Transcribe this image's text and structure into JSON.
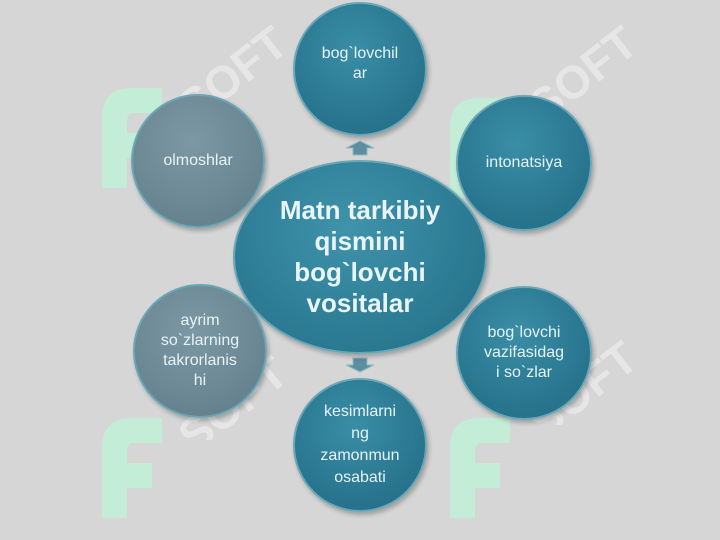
{
  "diagram": {
    "center": {
      "label": "Matn tarkibiy\nqismini\nbog`lovchi\nvositalar"
    },
    "nodes": [
      {
        "id": "boglovchilar",
        "label": "bog`lovchil\nar"
      },
      {
        "id": "intonatsiya",
        "label": "intonatsiya"
      },
      {
        "id": "boglovchi-vazifasidagi-sozlar",
        "label": "bog`lovchi\nvazifasidag\ni so`zlar"
      },
      {
        "id": "kesimlarning-zamonmunosabati",
        "label": "kesimlarni\nng\nzamonmun\nosabati"
      },
      {
        "id": "ayrim-sozlarning-takrorlanishi",
        "label": "ayrim\nso`zlarning\ntakrorlanis\nhi"
      },
      {
        "id": "olmoshlar",
        "label": "olmoshlar"
      }
    ]
  },
  "watermark": {
    "text": "SOFT"
  },
  "colors": {
    "background": "#d6d6d6",
    "teal": "#2a7791",
    "grey_blue": "#6a8793",
    "watermark": "#b8efd0"
  }
}
